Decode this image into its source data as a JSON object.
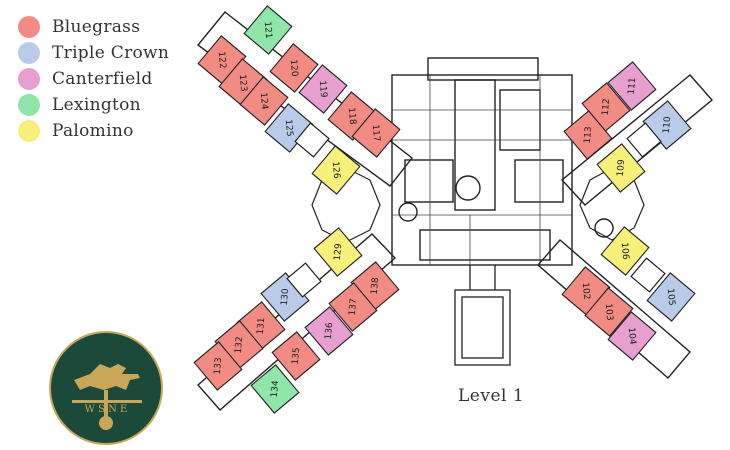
{
  "legend": {
    "items": [
      {
        "label": "Bluegrass",
        "color": "#f28b84"
      },
      {
        "label": "Triple Crown",
        "color": "#b9cbe8"
      },
      {
        "label": "Canterfield",
        "color": "#e79fd0"
      },
      {
        "label": "Lexington",
        "color": "#8fe6a8"
      },
      {
        "label": "Palomino",
        "color": "#f7f07a"
      }
    ]
  },
  "level_label": "Level 1",
  "logo": {
    "brand_color": "#1b4a3a",
    "emblem_color": "#c8a858",
    "letters": "W S N E"
  },
  "rooms": [
    {
      "id": "121",
      "type": "Lexington"
    },
    {
      "id": "122",
      "type": "Bluegrass"
    },
    {
      "id": "123",
      "type": "Bluegrass"
    },
    {
      "id": "124",
      "type": "Bluegrass"
    },
    {
      "id": "125",
      "type": "Triple Crown"
    },
    {
      "id": "120",
      "type": "Bluegrass"
    },
    {
      "id": "119",
      "type": "Canterfield"
    },
    {
      "id": "118",
      "type": "Bluegrass"
    },
    {
      "id": "117",
      "type": "Bluegrass"
    },
    {
      "id": "126",
      "type": "Palomino"
    },
    {
      "id": "111",
      "type": "Canterfield"
    },
    {
      "id": "112",
      "type": "Bluegrass"
    },
    {
      "id": "113",
      "type": "Bluegrass"
    },
    {
      "id": "110",
      "type": "Triple Crown"
    },
    {
      "id": "109",
      "type": "Palomino"
    },
    {
      "id": "129",
      "type": "Palomino"
    },
    {
      "id": "130",
      "type": "Triple Crown"
    },
    {
      "id": "131",
      "type": "Bluegrass"
    },
    {
      "id": "132",
      "type": "Bluegrass"
    },
    {
      "id": "133",
      "type": "Bluegrass"
    },
    {
      "id": "138",
      "type": "Bluegrass"
    },
    {
      "id": "137",
      "type": "Bluegrass"
    },
    {
      "id": "136",
      "type": "Canterfield"
    },
    {
      "id": "135",
      "type": "Bluegrass"
    },
    {
      "id": "134",
      "type": "Lexington"
    },
    {
      "id": "106",
      "type": "Palomino"
    },
    {
      "id": "105",
      "type": "Triple Crown"
    },
    {
      "id": "102",
      "type": "Bluegrass"
    },
    {
      "id": "103",
      "type": "Bluegrass"
    },
    {
      "id": "104",
      "type": "Canterfield"
    }
  ]
}
